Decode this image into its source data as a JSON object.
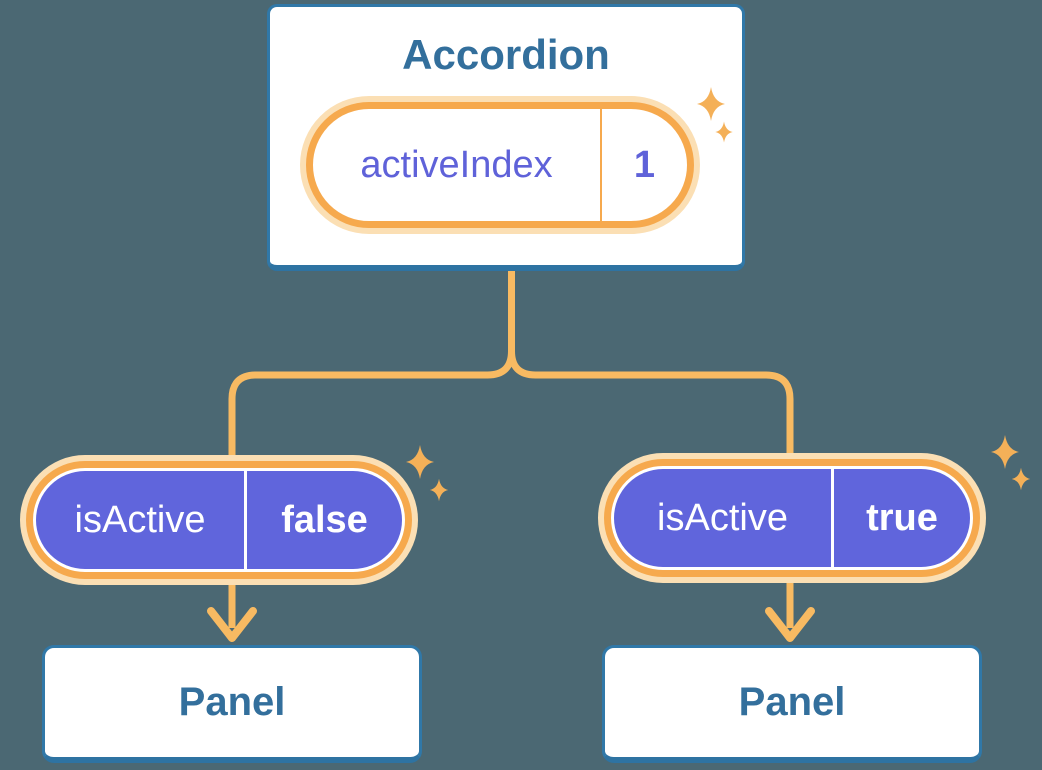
{
  "colors": {
    "background": "#4b6873",
    "card_border_blue": "#3078a8",
    "card_border_blue_dark": "#2e73a2",
    "heading_blue": "#336f9c",
    "connector_orange": "#f8ba62",
    "pill_ring_orange": "#f6a94d",
    "pill_glow_cream": "#fbdfb4",
    "state_purple": "#6065dc",
    "purple_text": "#5f62d9",
    "sparkle_orange": "#f4b058",
    "card_white": "#ffffff"
  },
  "diagram": {
    "root": {
      "title": "Accordion",
      "state": {
        "name": "activeIndex",
        "value": "1"
      }
    },
    "children": [
      {
        "state": {
          "name": "isActive",
          "value": "false"
        },
        "label": "Panel"
      },
      {
        "state": {
          "name": "isActive",
          "value": "true"
        },
        "label": "Panel"
      }
    ]
  },
  "icons": {
    "sparkle": "✦",
    "arrow_down": "↓"
  }
}
